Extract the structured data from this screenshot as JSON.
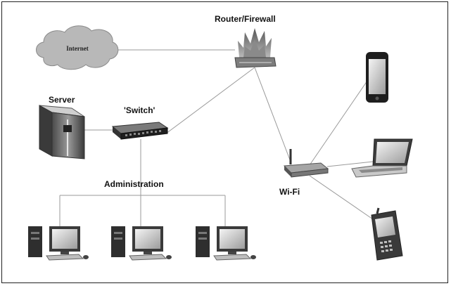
{
  "labels": {
    "router": "Router/Firewall",
    "server": "Server",
    "switch": "'Switch'",
    "administration": "Administration",
    "wifi": "Wi-Fi",
    "internet": "Internet"
  },
  "colors": {
    "line": "#9a9a9a",
    "device_dark": "#2b2b2b",
    "device_mid": "#6b6b6b",
    "device_light": "#cfcfcf",
    "cloud": "#b8b8b8"
  },
  "icons": [
    "cloud-icon",
    "firewall-icon",
    "server-icon",
    "switch-icon",
    "wifi-router-icon",
    "smartphone-icon",
    "laptop-icon",
    "pda-icon",
    "desktop-computer-icon"
  ]
}
